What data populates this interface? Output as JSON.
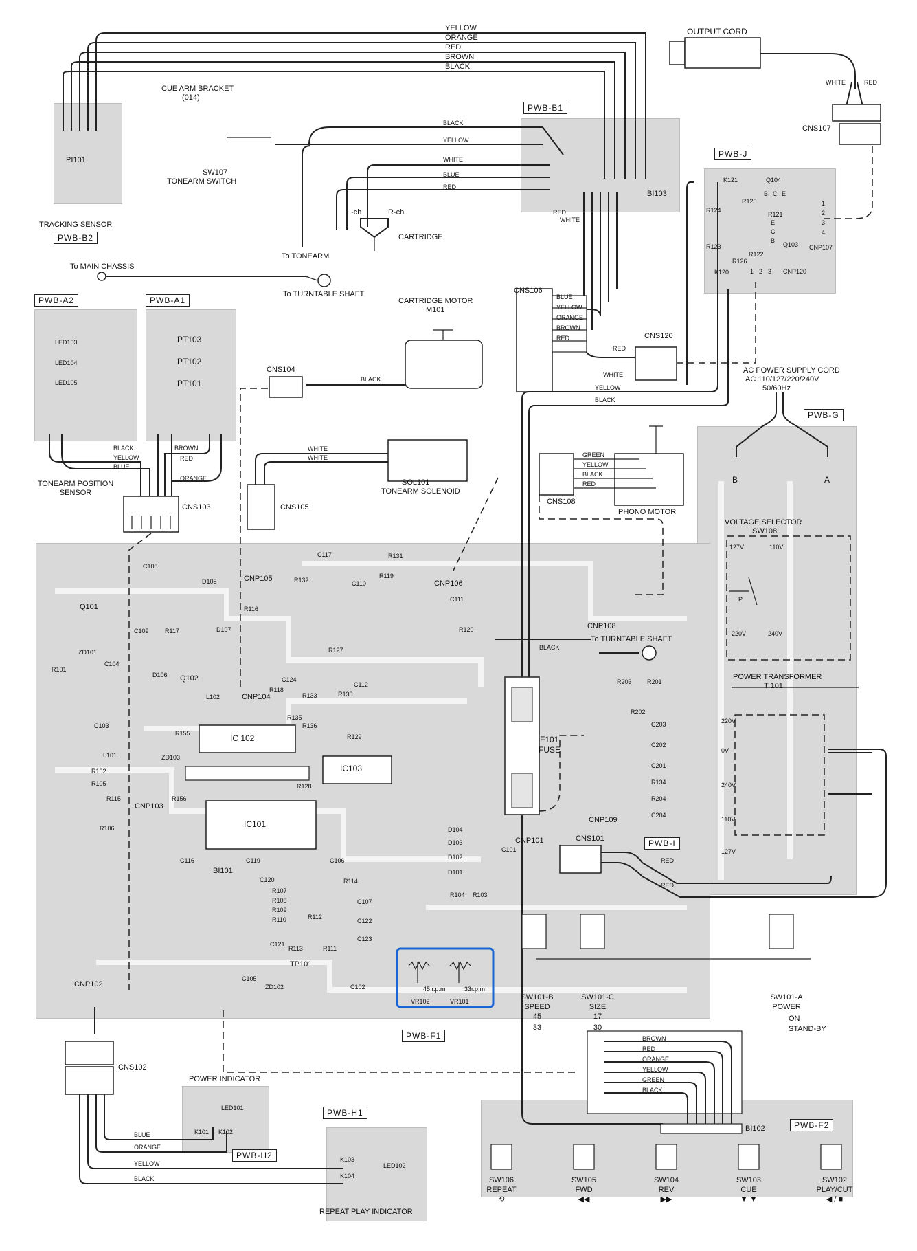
{
  "boards": {
    "b1": "PWB-B1",
    "b2": "PWB-B2",
    "j": "PWB-J",
    "a2": "PWB-A2",
    "a1": "PWB-A1",
    "g": "PWB-G",
    "f1": "PWB-F1",
    "f2": "PWB-F2",
    "i": "PWB-I",
    "h1": "PWB-H1",
    "h2": "PWB-H2"
  },
  "top": {
    "output_cord": "OUTPUT CORD",
    "cue_arm_bracket": "CUE ARM BRACKET",
    "cue_arm_ref": "(014)",
    "sw107": "SW107",
    "tonearm_switch": "TONEARM SWITCH",
    "tracking_sensor": "TRACKING SENSOR",
    "pi101": "PI101",
    "cartridge": "CARTRIDGE",
    "lch": "L-ch",
    "rch": "R-ch",
    "to_tonearm": "To TONEARM",
    "to_main_chassis": "To MAIN CHASSIS",
    "to_turntable_shaft": "To TURNTABLE SHAFT",
    "cns107": "CNS107",
    "bi103": "BI103",
    "white": "WHITE",
    "red": "RED"
  },
  "wire_colors": {
    "top_bundle": [
      "YELLOW",
      "ORANGE",
      "RED",
      "BROWN",
      "BLACK"
    ],
    "b1_inputs": [
      "BLACK",
      "YELLOW",
      "WHITE",
      "BLUE",
      "RED"
    ],
    "cns106": [
      "BLUE",
      "YELLOW",
      "ORANGE",
      "BROWN",
      "RED"
    ],
    "cns108": [
      "GREEN",
      "YELLOW",
      "BLACK",
      "RED"
    ],
    "f2_bundle": [
      "BROWN",
      "RED",
      "ORANGE",
      "YELLOW",
      "GREEN",
      "BLACK"
    ],
    "cns103": [
      "BLACK",
      "YELLOW",
      "BLUE",
      "BROWN",
      "RED",
      "ORANGE"
    ],
    "bottom": [
      "BLUE",
      "ORANGE",
      "YELLOW",
      "BLACK"
    ]
  },
  "pwb_j": {
    "parts": [
      "K121",
      "Q104",
      "R125",
      "R124",
      "R121",
      "R123",
      "R126",
      "R122",
      "Q103",
      "K120",
      "CNP120",
      "CNP107"
    ],
    "bce": [
      "B",
      "C",
      "E"
    ],
    "ecb": [
      "E",
      "C",
      "B"
    ],
    "pins_3": [
      "1",
      "2",
      "3"
    ],
    "pins_4": [
      "1",
      "2",
      "3",
      "4"
    ]
  },
  "middle": {
    "cns106": "CNS106",
    "cns120": "CNS120",
    "cartridge_motor": "CARTRIDGE MOTOR",
    "m101": "M101",
    "cns104": "CNS104",
    "cns105": "CNS105",
    "sol101": "SOL101",
    "tonearm_solenoid": "TONEARM SOLENOID",
    "cns108": "CNS108",
    "phono_motor": "PHONO MOTOR",
    "cns103": "CNS103",
    "tonearm_position_sensor": "TONEARM POSITION SENSOR",
    "led103": "LED103",
    "led104": "LED104",
    "led105": "LED105",
    "pt103": "PT103",
    "pt102": "PT102",
    "pt101": "PT101",
    "yellow": "YELLOW",
    "black": "BLACK",
    "white": "WHITE",
    "red": "RED"
  },
  "power": {
    "cord_title": "AC POWER SUPPLY CORD",
    "cord_spec": "AC 110/127/220/240V",
    "cord_freq": "50/60Hz",
    "a": "A",
    "b": "B",
    "voltage_selector": "VOLTAGE SELECTOR",
    "sw108": "SW108",
    "v127": "127V",
    "v110": "110V",
    "v220": "220V",
    "v240": "240V",
    "p": "P",
    "transformer": "POWER TRANSFORMER",
    "t101": "T 101",
    "taps": [
      "220V",
      "0V",
      "240V",
      "110V",
      "127V"
    ]
  },
  "f1": {
    "ic101": "IC101",
    "ic102": "IC 102",
    "ic103": "IC103",
    "cnp105": "CNP105",
    "cnp106": "CNP106",
    "cnp104": "CNP104",
    "cnp103": "CNP103",
    "cnp108": "CNP108",
    "cnp109": "CNP109",
    "cnp101": "CNP101",
    "cnp102": "CNP102",
    "bi101": "BI101",
    "tp101": "TP101",
    "f101": "F101",
    "fuse": "FUSE",
    "cns101": "CNS101",
    "to_turntable_shaft": "To TURNTABLE SHAFT",
    "black": "BLACK",
    "red": "RED",
    "q101": "Q101",
    "q102": "Q102",
    "parts": [
      "C108",
      "D105",
      "R116",
      "C109",
      "R117",
      "D107",
      "D106",
      "R101",
      "ZD101",
      "C104",
      "C103",
      "L102",
      "R155",
      "ZD103",
      "L101",
      "R102",
      "R105",
      "R115",
      "R156",
      "R106",
      "C116",
      "C119",
      "C120",
      "R107",
      "R108",
      "R109",
      "R110",
      "R112",
      "R113",
      "R111",
      "C121",
      "ZD102",
      "C105",
      "C102",
      "C106",
      "R114",
      "C107",
      "C122",
      "C123",
      "R104",
      "R103",
      "D104",
      "D103",
      "D102",
      "D101",
      "C101",
      "C117",
      "R131",
      "R119",
      "R132",
      "C110",
      "C111",
      "R120",
      "R127",
      "C124",
      "R118",
      "R133",
      "R130",
      "C112",
      "R135",
      "R136",
      "R129",
      "R128",
      "R203",
      "R201",
      "R202",
      "C203",
      "C202",
      "C201",
      "R134",
      "R204",
      "C204"
    ],
    "vr102": "VR102",
    "vr101": "VR101",
    "rpm45": "45 r.p.m",
    "rpm33": "33r.p.m"
  },
  "switches": {
    "sw101b": "SW101-B",
    "speed": "SPEED",
    "speed_45": "45",
    "speed_33": "33",
    "sw101c": "SW101-C",
    "size": "SIZE",
    "size_17": "17",
    "size_30": "30",
    "sw101a": "SW101-A",
    "power": "POWER",
    "on": "ON",
    "standby": "STAND-BY"
  },
  "bottom": {
    "cns102": "CNS102",
    "power_indicator": "POWER INDICATOR",
    "led101": "LED101",
    "k101": "K101",
    "k102": "K102",
    "k103": "K103",
    "k104": "K104",
    "led102": "LED102",
    "repeat_play_indicator": "REPEAT PLAY INDICATOR",
    "bi102": "BI102",
    "buttons": [
      {
        "ref": "SW106",
        "name": "REPEAT",
        "glyph": "⟲"
      },
      {
        "ref": "SW105",
        "name": "FWD",
        "glyph": "◀◀"
      },
      {
        "ref": "SW104",
        "name": "REV",
        "glyph": "▶▶"
      },
      {
        "ref": "SW103",
        "name": "CUE",
        "glyph": "▼ ▼"
      },
      {
        "ref": "SW102",
        "name": "PLAY/CUT",
        "glyph": "◀ / ■"
      }
    ]
  },
  "colors": {
    "highlight": "#1a66d6",
    "board": "#d9d9d9"
  }
}
